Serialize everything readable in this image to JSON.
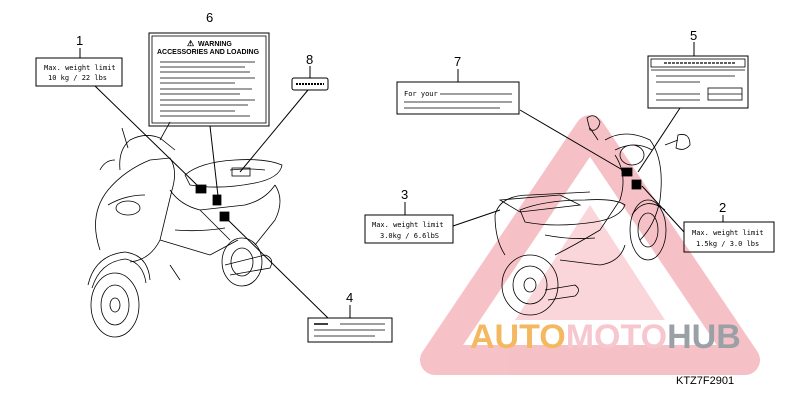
{
  "diagram_code": "KTZ7F2901",
  "callouts": [
    "1",
    "2",
    "3",
    "4",
    "5",
    "6",
    "7",
    "8"
  ],
  "labels": {
    "l1": {
      "line1": "Max. weight limit",
      "line2": "10 kg  /  22 lbs"
    },
    "l2": {
      "line1": "Max. weight limit",
      "line2": "1.5kg  / 3.0 lbs"
    },
    "l3": {
      "line1": "Max. weight limit",
      "line2": "3.0kg  / 6.6lbS"
    },
    "l6": {
      "line1": "WARNING",
      "line2": "ACCESSORIES AND LOADING"
    },
    "l7": {
      "line1": "For your"
    }
  },
  "watermark": {
    "part1": "AUTO",
    "part2": "MOTO",
    "part3": "HUB",
    "color1": "#f4b860",
    "color2": "#f7c7cf",
    "color3": "#9aa0a6",
    "triangle": "#f0a0a8"
  }
}
